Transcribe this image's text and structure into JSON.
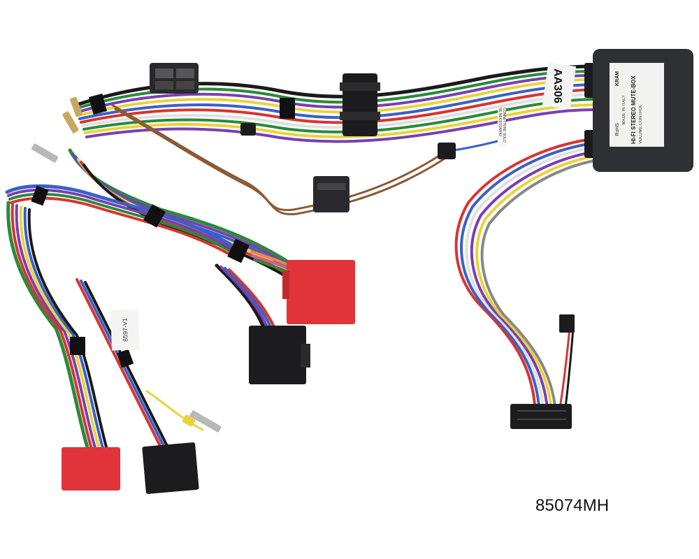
{
  "product": {
    "part_number": "85074MH"
  },
  "module": {
    "title": "HI-FI STEREO MUTE-BOX",
    "subtitle": "VOLUME CONTROL",
    "brand": "KRAM",
    "origin": "MADE IN ITALY",
    "rohs": "RoHS",
    "tag": "AA306"
  },
  "labels": {
    "connector_note": "CONNETTERE SOLO SE NECESSARIO",
    "loom_tag": "8597-V1"
  },
  "colors": {
    "red_connector": "#e0343a",
    "black_connector": "#1c1c1e",
    "module_body": "#2e3033",
    "brown_wire": "#8a5a34",
    "white_bg": "#ffffff"
  }
}
